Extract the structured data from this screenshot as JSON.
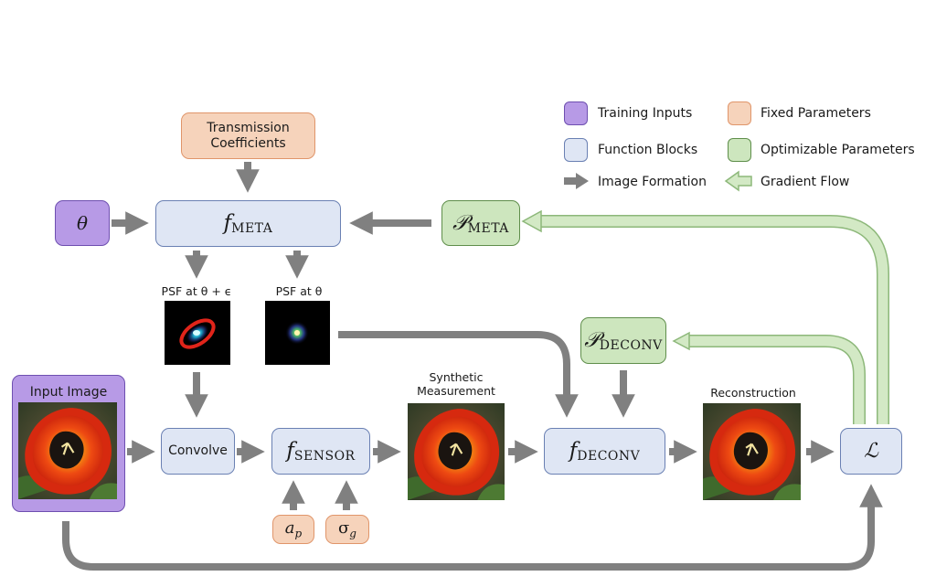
{
  "legend": {
    "training_inputs": "Training Inputs",
    "fixed_parameters": "Fixed Parameters",
    "function_blocks": "Function Blocks",
    "optimizable_parameters": "Optimizable Parameters",
    "image_formation": "Image Formation",
    "gradient_flow": "Gradient Flow"
  },
  "nodes": {
    "transmission_coefficients": "Transmission\nCoefficients",
    "theta": "θ",
    "f_meta": {
      "f": "f",
      "sub": "META"
    },
    "p_meta": {
      "p": "𝒫",
      "sub": "META"
    },
    "p_deconv": {
      "p": "𝒫",
      "sub": "DECONV"
    },
    "input_image": "Input Image",
    "convolve": "Convolve",
    "f_sensor": {
      "f": "f",
      "sub": "SENSOR"
    },
    "f_deconv": {
      "f": "f",
      "sub": "DECONV"
    },
    "loss": "ℒ",
    "a_p": {
      "base": "a",
      "sub": "p"
    },
    "sigma_g": {
      "base": "σ",
      "sub": "g"
    }
  },
  "captions": {
    "psf_eps": "PSF at θ + ϵ",
    "psf": "PSF at θ",
    "synthetic": "Synthetic\nMeasurement",
    "reconstruction": "Reconstruction"
  },
  "colors": {
    "image_arrow": "#808080",
    "gradient_fill": "#d3e9c5",
    "gradient_stroke": "#8db87a"
  }
}
